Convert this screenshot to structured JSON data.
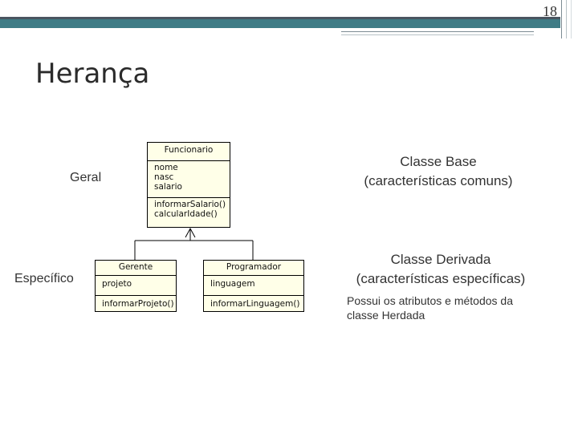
{
  "slide": {
    "page_number": "18",
    "title": "Herança"
  },
  "labels": {
    "general": "Geral",
    "specific": "Específico",
    "base_line1": "Classe Base",
    "base_line2": "(características comuns)",
    "derived_line1": "Classe Derivada",
    "derived_line2": "(características específicas)",
    "note_line1": "Possui os atributos e métodos da",
    "note_line2": "classe Herdada"
  },
  "diagram": {
    "base": {
      "name": "Funcionario",
      "attributes": [
        "nome",
        "nasc",
        "salario"
      ],
      "methods": [
        "informarSalario()",
        "calcularIdade()"
      ]
    },
    "derived": [
      {
        "name": "Gerente",
        "attributes": [
          "projeto"
        ],
        "methods": [
          "informarProjeto()"
        ]
      },
      {
        "name": "Programador",
        "attributes": [
          "linguagem"
        ],
        "methods": [
          "informarLinguagem()"
        ]
      }
    ]
  },
  "colors": {
    "header_dark": "#4a5560",
    "header_teal": "#3f7c86",
    "uml_fill": "#ffffe8"
  }
}
